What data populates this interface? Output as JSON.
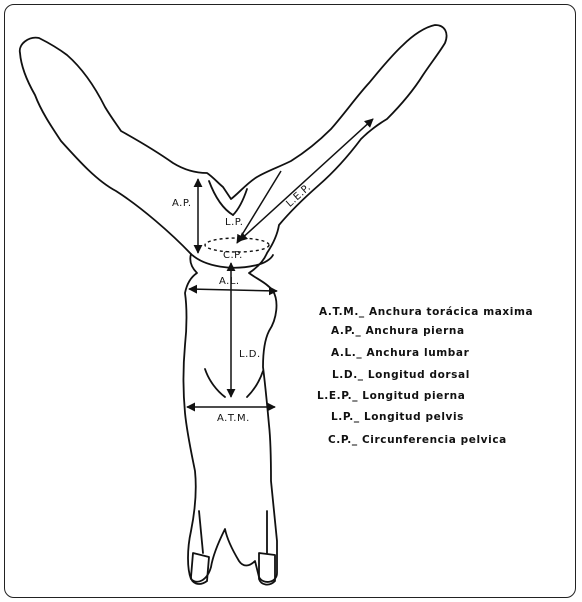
{
  "diagram": {
    "measure_labels": {
      "ap": "A.P.",
      "lp": "L.P.",
      "lep": "L.E.P.",
      "cp": "C.P.",
      "al": "A.L.",
      "ld": "L.D.",
      "atm": "A.T.M."
    },
    "legend": [
      "A.T.M._ Anchura torácica maxima",
      "A.P._ Anchura pierna",
      "A.L._ Anchura lumbar",
      "L.D._ Longitud dorsal",
      "L.E.P._ Longitud pierna",
      "L.P._ Longitud pelvis",
      "C.P._ Circunferencia pelvica"
    ],
    "colors": {
      "ink": "#111111",
      "border": "#222222",
      "background": "#ffffff"
    }
  }
}
